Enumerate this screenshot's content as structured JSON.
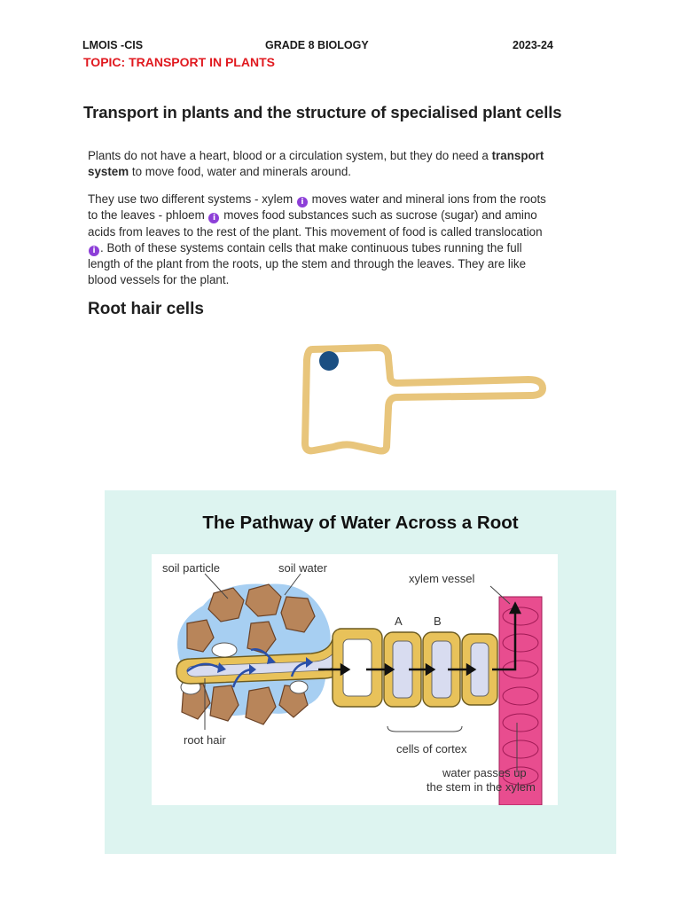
{
  "header": {
    "school": "LMOIS -CIS",
    "grade": "GRADE 8 BIOLOGY",
    "year": "2023-24",
    "topic": "TOPIC: TRANSPORT IN PLANTS"
  },
  "main": {
    "title": "Transport in plants and the structure of specialised plant cells",
    "para1": {
      "part1": "Plants do not have a heart, blood or a circulation system, but they do need a ",
      "bold": "transport system",
      "part2": " to move food, water and minerals around."
    },
    "para2": {
      "part1": "They use two different systems - xylem",
      "part2": " moves water and mineral ions from the roots to the leaves - phloem",
      "part3": " moves food substances such as sucrose (sugar) and amino acids from leaves to the rest of the plant. This movement of food is called translocation",
      "part4": ". Both of these systems contain cells that make continuous tubes running the full length of the plant from the roots, up the stem and through the leaves. They are like blood vessels for the plant."
    },
    "info_icon": "i",
    "section_heading": "Root hair cells"
  },
  "figure": {
    "title": "The Pathway of Water Across a Root",
    "labels": {
      "soil_particle": "soil particle",
      "soil_water": "soil water",
      "xylem_vessel": "xylem vessel",
      "a": "A",
      "b": "B",
      "root_hair": "root hair",
      "cells_of_cortex": "cells of cortex",
      "water_passes_1": "water passes up",
      "water_passes_2": "the stem in the xylem"
    },
    "colors": {
      "panel": "#ddf4f0",
      "cell_wall": "#e8c25a",
      "soil": "#b8855a",
      "soil_water": "#9ec8ee",
      "xylem": "#e84d8f",
      "arrow_blue": "#2a4fa8",
      "nucleus": "#1b4f82"
    }
  }
}
